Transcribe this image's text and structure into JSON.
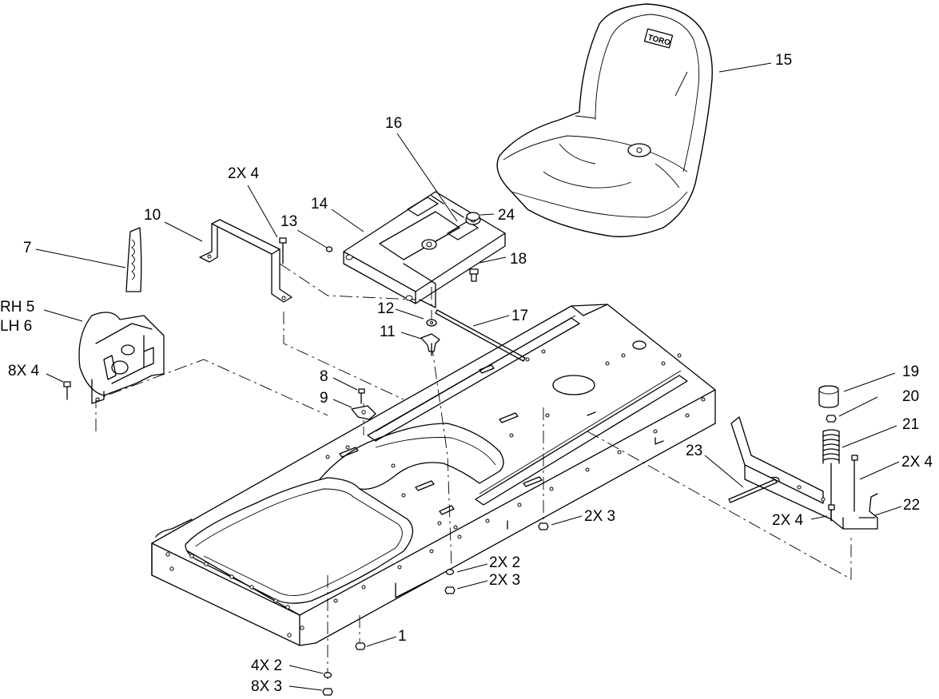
{
  "labels": {
    "l1": "1",
    "l4x2": "4X 2",
    "l8x3": "8X 3",
    "l2x2": "2X 2",
    "l2x3a": "2X 3",
    "l2x3b": "2X 3",
    "l7": "7",
    "rh5": "RH 5",
    "lh6": "LH 6",
    "l8x4": "8X 4",
    "l8": "8",
    "l9": "9",
    "l10": "10",
    "l2x4a": "2X 4",
    "l13": "13",
    "l14": "14",
    "l16": "16",
    "l24": "24",
    "l18": "18",
    "l12": "12",
    "l11": "11",
    "l17": "17",
    "l15": "15",
    "l19": "19",
    "l20": "20",
    "l21": "21",
    "l2x4b": "2X 4",
    "l23": "23",
    "l2x4c": "2X 4",
    "l22": "22"
  },
  "seat_logo": "TORO"
}
